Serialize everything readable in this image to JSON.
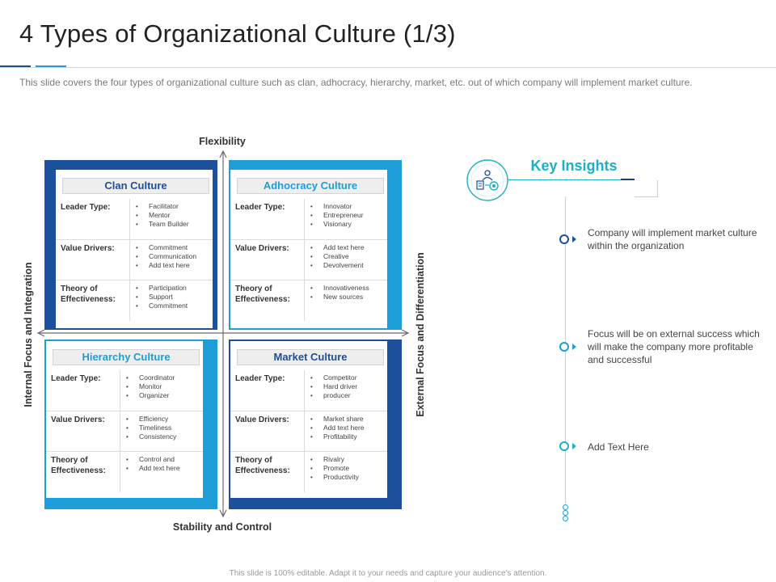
{
  "header": {
    "title": "4 Types of Organizational Culture (1/3)",
    "subtitle": "This slide covers the four types of organizational culture such as clan, adhocracy, hierarchy, market, etc. out of which company will implement market culture."
  },
  "axes": {
    "top": "Flexibility",
    "bottom": "Stability and Control",
    "left": "Internal Focus and Integration",
    "right": "External Focus and Differentiation"
  },
  "quadrants": [
    {
      "title": "Clan Culture",
      "rows": [
        {
          "label": "Leader Type:",
          "items": [
            "Facilitator",
            "Mentor",
            "Team Builder"
          ]
        },
        {
          "label": "Value Drivers:",
          "items": [
            "Commitment",
            "Communication",
            "Add text here"
          ]
        },
        {
          "label": "Theory of Effectiveness:",
          "items": [
            "Participation",
            "Support",
            "Commitment"
          ]
        }
      ]
    },
    {
      "title": "Adhocracy  Culture",
      "rows": [
        {
          "label": "Leader Type:",
          "items": [
            "Innovator",
            "Entrepreneur",
            "Visionary"
          ]
        },
        {
          "label": "Value Drivers:",
          "items": [
            "Add text here",
            "Creative",
            "Devolvement"
          ]
        },
        {
          "label": "Theory of Effectiveness:",
          "items": [
            "Innovativeness",
            "New sources"
          ]
        }
      ]
    },
    {
      "title": "Hierarchy Culture",
      "rows": [
        {
          "label": "Leader Type:",
          "items": [
            "Coordinator",
            "Monitor",
            "Organizer"
          ]
        },
        {
          "label": "Value Drivers:",
          "items": [
            "Efficiency",
            "Timeliness",
            "Consistency"
          ]
        },
        {
          "label": "Theory of Effectiveness:",
          "items": [
            "Control and",
            "Add text here"
          ]
        }
      ]
    },
    {
      "title": "Market Culture",
      "rows": [
        {
          "label": "Leader Type:",
          "items": [
            "Competitor",
            "Hard driver",
            "producer"
          ]
        },
        {
          "label": "Value Drivers:",
          "items": [
            "Market share",
            "Add text here",
            "Profitability"
          ]
        },
        {
          "label": "Theory of Effectiveness:",
          "items": [
            "Rivalry",
            "Promote",
            "Productivity"
          ]
        }
      ]
    }
  ],
  "insights": {
    "title": "Key Insights",
    "icon": "insights-people-gear-icon",
    "items": [
      "Company will implement market culture within the organization",
      "Focus will be on external success which will make the company more profitable and successful",
      "Add Text Here"
    ]
  },
  "colors": {
    "dark_blue": "#1c4f9c",
    "light_blue": "#1d9ed8",
    "teal": "#1bb0c8"
  },
  "footer": "This slide is 100% editable. Adapt it to your needs and capture your audience's attention."
}
